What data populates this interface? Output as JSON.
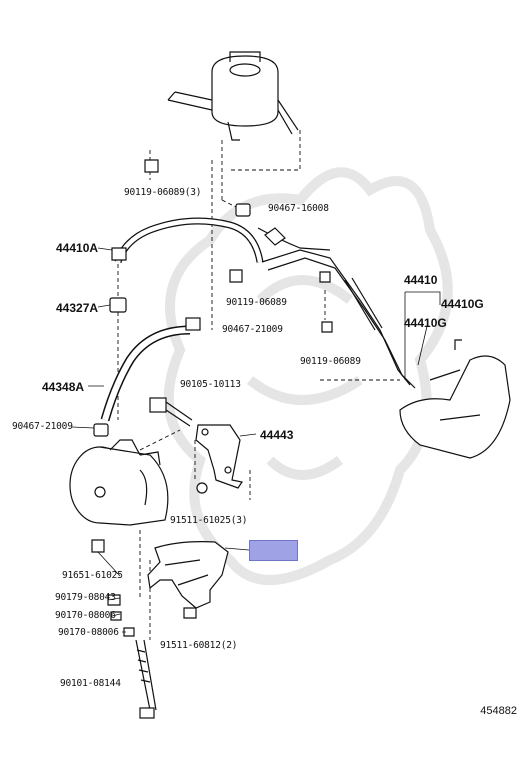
{
  "labels": {
    "p1": "90119-06089(3)",
    "p2": "90467-16008",
    "p3": "44410A",
    "p4": "90119-06089",
    "p5": "44410",
    "p6": "44410G",
    "p7": "44410G",
    "p8": "44327A",
    "p9": "90467-21009",
    "p10": "90119-06089",
    "p11": "44348A",
    "p12": "90105-10113",
    "p13": "90467-21009",
    "p14": "44443",
    "p15": "91511-61025(3)",
    "p16": "91651-61025",
    "p17": "90179-08043",
    "p18": "90170-08006",
    "p19": "90170-08006",
    "p20": "91511-60812(2)",
    "p21": "90101-08144"
  },
  "diagram_code": "454882",
  "colors": {
    "line": "#111111",
    "highlight": "#9fa3e6",
    "watermark": "#e6e6e6"
  }
}
